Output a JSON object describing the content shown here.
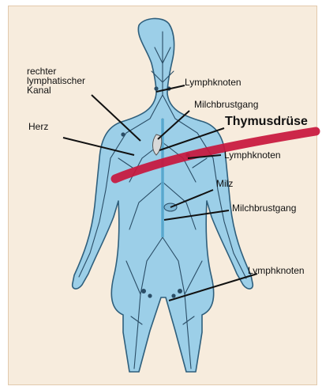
{
  "colors": {
    "background": "#f7ecdd",
    "body_fill": "#9ccfe8",
    "body_outline": "#2f5f7c",
    "vessels": "#2a4d66",
    "leader_lines": "#111111",
    "thymus_highlight": "#c8163c",
    "heart": "#d9d9d9"
  },
  "labels": {
    "right_lymph_duct": "rechter\nlymphatischer\nKanal",
    "lymph_node_neck": "Lymphknoten",
    "thoracic_duct_upper": "Milchbrustgang",
    "heart": "Herz",
    "thymus": "Thymusdrüse",
    "lymph_node_chest": "Lymphknoten",
    "spleen": "Milz",
    "thoracic_duct_lower": "Milchbrustgang",
    "lymph_node_groin": "Lymphknoten"
  }
}
